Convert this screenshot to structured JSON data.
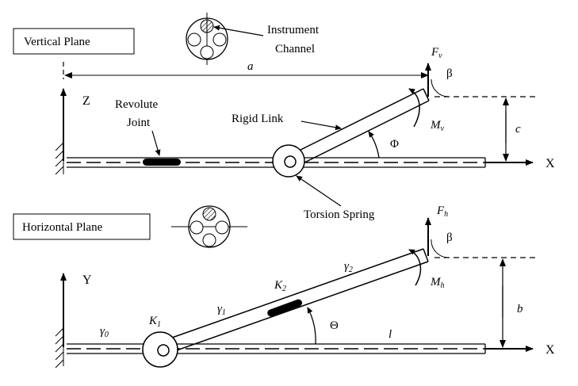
{
  "vertical": {
    "plane_label": "Vertical Plane",
    "instrument_channel": [
      "Instrument",
      "Channel"
    ],
    "a": "a",
    "z": "Z",
    "revolute_joint": [
      "Revolute",
      "Joint"
    ],
    "rigid_link": "Rigid Link",
    "phi": "Φ",
    "f": "F",
    "f_sub": "v",
    "beta": "β",
    "m": "M",
    "m_sub": "v",
    "c": "c",
    "x": "X",
    "torsion_spring": "Torsion Spring"
  },
  "horizontal": {
    "plane_label": "Horizontal Plane",
    "y": "Y",
    "f": "F",
    "f_sub": "h",
    "beta": "β",
    "gamma2": "γ",
    "gamma2_sub": "2",
    "k2": "K",
    "k2_sub": "2",
    "gamma1": "γ",
    "gamma1_sub": "1",
    "gamma0": "γ",
    "gamma0_sub": "0",
    "k1": "K",
    "k1_sub": "1",
    "theta": "Θ",
    "l": "l",
    "m": "M",
    "m_sub": "h",
    "b": "b",
    "x": "X"
  }
}
